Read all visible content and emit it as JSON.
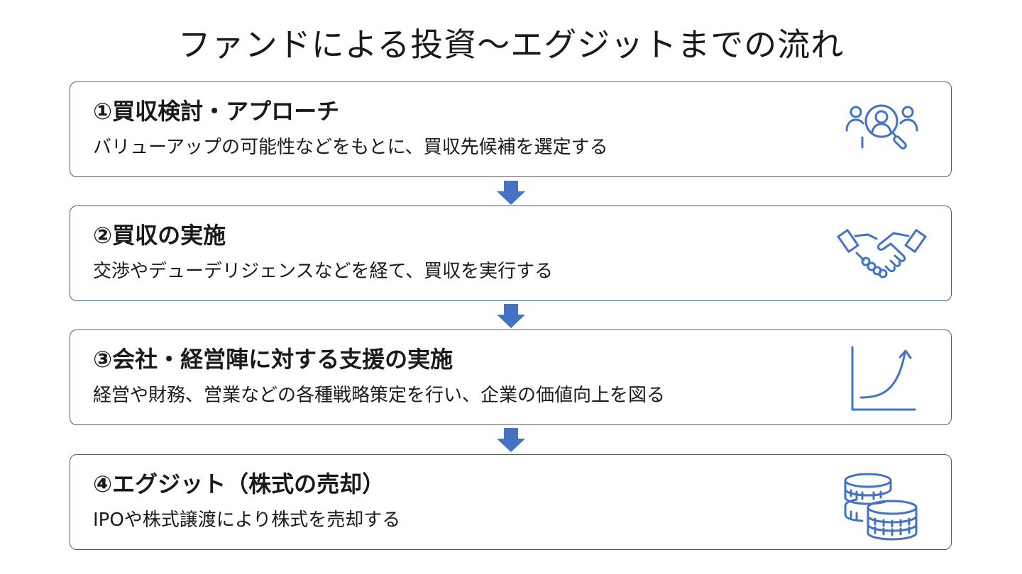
{
  "title": "ファンドによる投資〜エグジットまでの流れ",
  "colors": {
    "arrow": "#4472C4",
    "icon": "#4472C4",
    "border": "#4a5f7d"
  },
  "steps": [
    {
      "title": "①買収検討・アプローチ",
      "description": "バリューアップの可能性などをもとに、買収先候補を選定する",
      "icon": "people-search-icon"
    },
    {
      "title": "②買収の実施",
      "description": "交渉やデューデリジェンスなどを経て、買収を実行する",
      "icon": "handshake-icon"
    },
    {
      "title": "③会社・経営陣に対する支援の実施",
      "description": "経営や財務、営業などの各種戦略策定を行い、企業の価値向上を図る",
      "icon": "growth-chart-icon"
    },
    {
      "title": "④エグジット（株式の売却）",
      "description": "IPOや株式譲渡により株式を売却する",
      "icon": "coins-icon"
    }
  ]
}
